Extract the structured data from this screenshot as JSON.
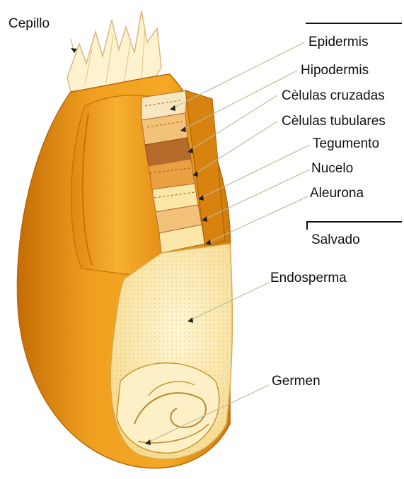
{
  "diagram": {
    "labels": {
      "cepillo": "Cepillo",
      "epidermis": "Epidermis",
      "hipodermis": "Hipodermis",
      "celulas_cruzadas": "Cèlulas cruzadas",
      "celulas_tubulares": "Cèlulas tubulares",
      "tegumento": "Tegumento",
      "nucelo": "Nucelo",
      "aleurona": "Aleurona",
      "salvado": "Salvado",
      "endosperma": "Endosperma",
      "germen": "Germen"
    },
    "colors": {
      "husk": "#f0a020",
      "husk_dark": "#c77206",
      "endosperm": "#fbe7a8",
      "bran_stripe": "#b46a2a",
      "brush": "#fff3cf",
      "leader_line": "#b9bd96"
    }
  }
}
